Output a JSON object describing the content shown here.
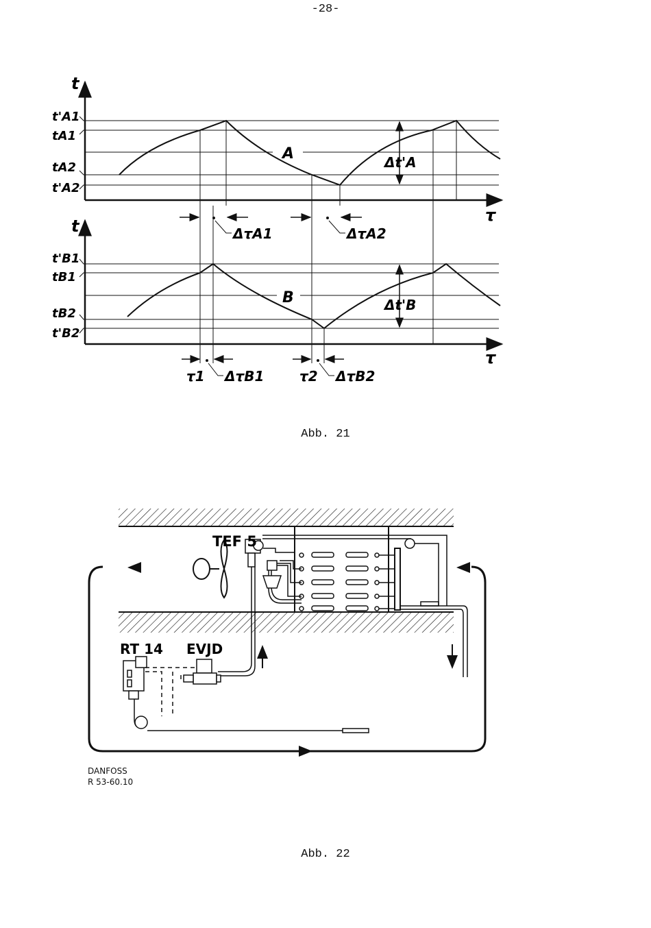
{
  "page_number": "-28-",
  "figure21": {
    "caption": "Abb. 21",
    "top_chart": {
      "y_axis": "t",
      "x_axis": "τ",
      "curve_label": "A",
      "levels": [
        "t'A1",
        "tA1",
        "tA2",
        "t'A2"
      ],
      "delta_t": "Δt'A",
      "delta_tau": [
        "ΔτA1",
        "ΔτA2"
      ]
    },
    "bottom_chart": {
      "y_axis": "t",
      "x_axis": "τ",
      "curve_label": "B",
      "levels": [
        "t'B1",
        "tB1",
        "tB2",
        "t'B2"
      ],
      "delta_t": "Δt'B",
      "tau_marks": [
        "τ1",
        "τ2"
      ],
      "delta_tau": [
        "ΔτB1",
        "ΔτB2"
      ]
    }
  },
  "figure22": {
    "caption": "Abb. 22",
    "components": {
      "expansion_valve": "TEF 5",
      "thermostat": "RT 14",
      "solenoid_valve": "EVJD"
    },
    "credit": [
      "DANFOSS",
      "R 53-60.10"
    ]
  }
}
